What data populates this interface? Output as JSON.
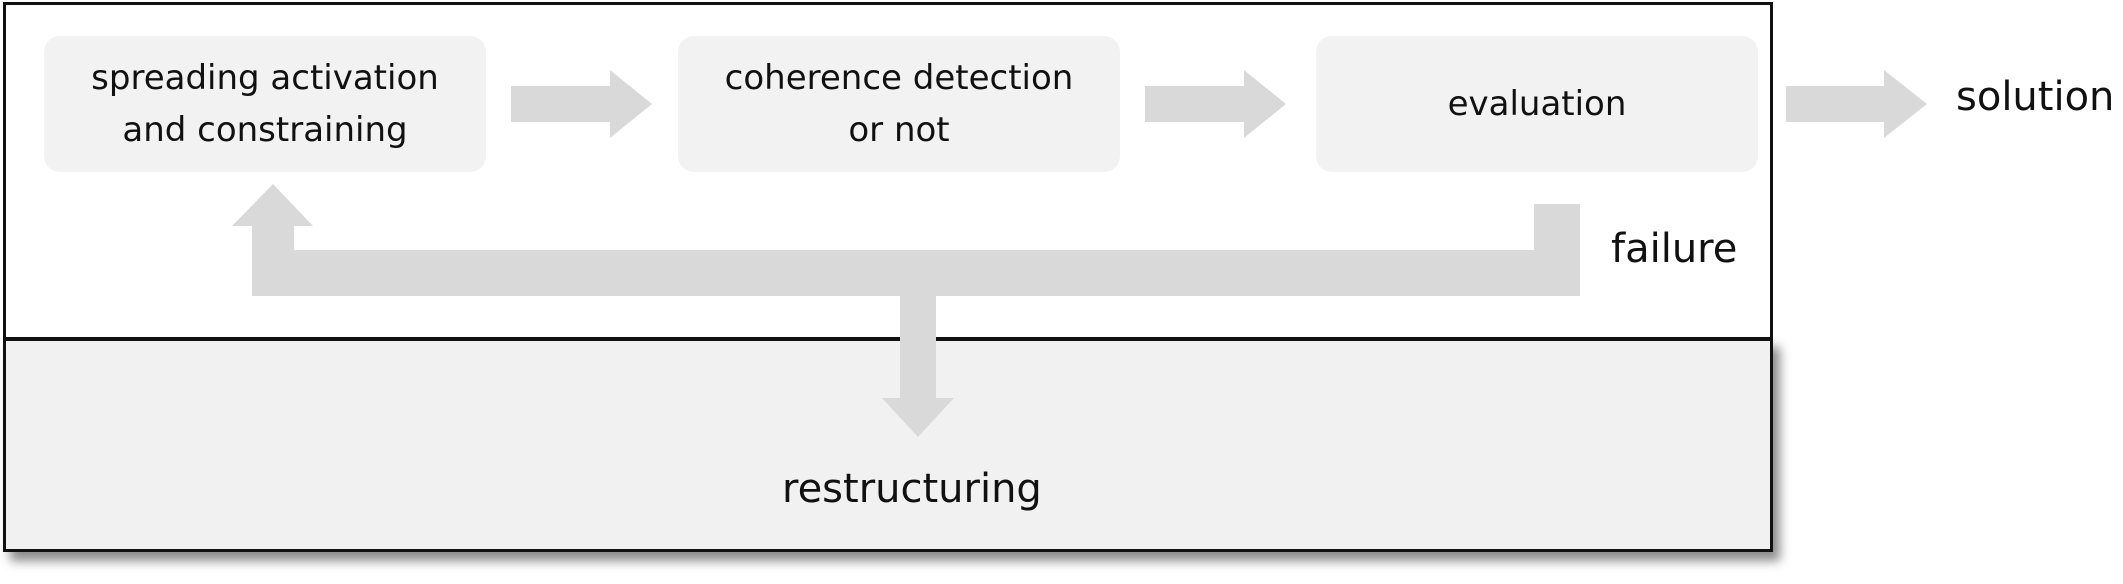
{
  "nodes": {
    "spreading": "spreading activation\nand constraining",
    "coherence": "coherence  detection\nor not",
    "evaluation": "evaluation",
    "restructuring": "restructuring"
  },
  "labels": {
    "solution": "solution",
    "failure": "failure"
  },
  "colors": {
    "frame_border": "#111111",
    "box_fill": "#f2f2f2",
    "arrow_fill": "#d9d9d9",
    "lower_panel_fill": "#f1f1f1"
  }
}
